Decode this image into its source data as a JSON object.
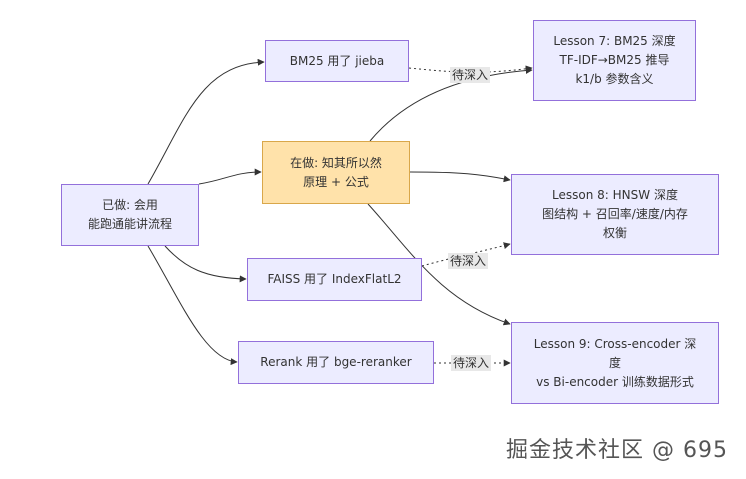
{
  "nodes": {
    "done": [
      "已做: 会用",
      "能跑通能讲流程"
    ],
    "bm25": [
      "BM25 用了 jieba"
    ],
    "doing": [
      "在做: 知其所以然",
      "原理 + 公式"
    ],
    "faiss": [
      "FAISS 用了 IndexFlatL2"
    ],
    "rerank": [
      "Rerank 用了 bge-reranker"
    ],
    "lesson7": [
      "Lesson 7: BM25 深度",
      "TF-IDF→BM25 推导",
      "k1/b 参数含义"
    ],
    "lesson8": [
      "Lesson 8: HNSW 深度",
      "图结构 + 召回率/速度/内存",
      "权衡"
    ],
    "lesson9": [
      "Lesson 9: Cross-encoder 深",
      "度",
      "vs Bi-encoder 训练数据形式"
    ]
  },
  "edge_labels": {
    "to_deepen": "待深入"
  },
  "watermark": "掘金技术社区 @ 695",
  "colors": {
    "node_fill": "#ECECFF",
    "node_border": "#9370DB",
    "current_fill": "#FFE2AA",
    "edge": "#333333",
    "label_bg": "#E8E8E8"
  }
}
